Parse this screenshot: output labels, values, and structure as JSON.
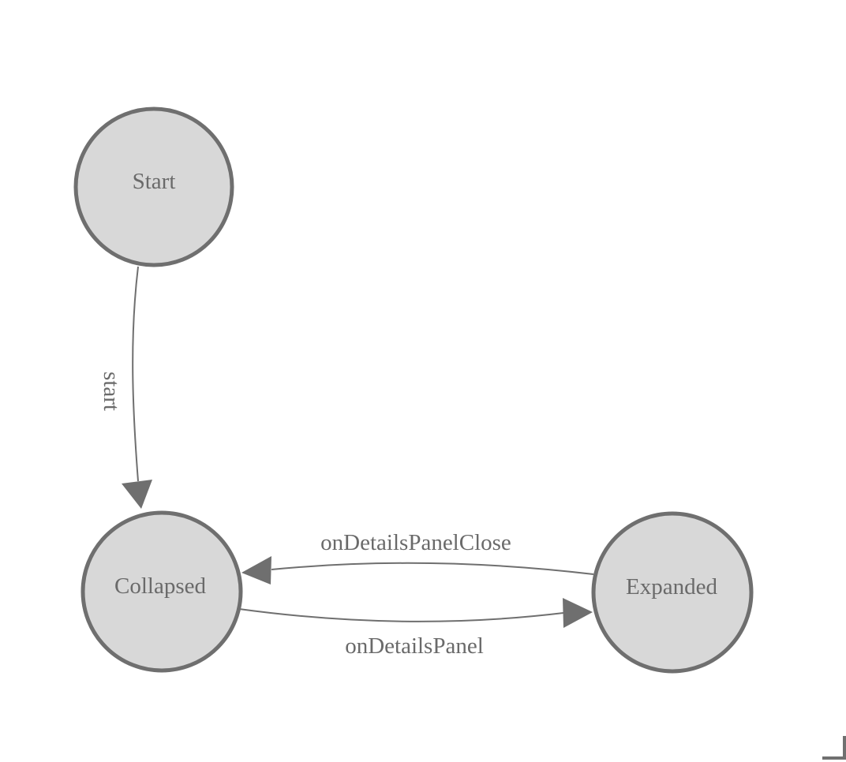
{
  "diagram": {
    "type": "state-machine",
    "background_color": "#ffffff",
    "node_fill_color": "#d8d8d8",
    "node_stroke_color": "#6f6f6f",
    "edge_color": "#6f6f6f",
    "text_color": "#6a6a6a",
    "nodes": [
      {
        "id": "start",
        "label": "Start"
      },
      {
        "id": "collapsed",
        "label": "Collapsed"
      },
      {
        "id": "expanded",
        "label": "Expanded"
      }
    ],
    "edges": [
      {
        "from": "Start",
        "to": "Collapsed",
        "label": "start"
      },
      {
        "from": "Expanded",
        "to": "Collapsed",
        "label": "onDetailsPanelClose"
      },
      {
        "from": "Collapsed",
        "to": "Expanded",
        "label": "onDetailsPanel"
      }
    ],
    "icons": {
      "corner": "resize-corner-icon"
    }
  }
}
